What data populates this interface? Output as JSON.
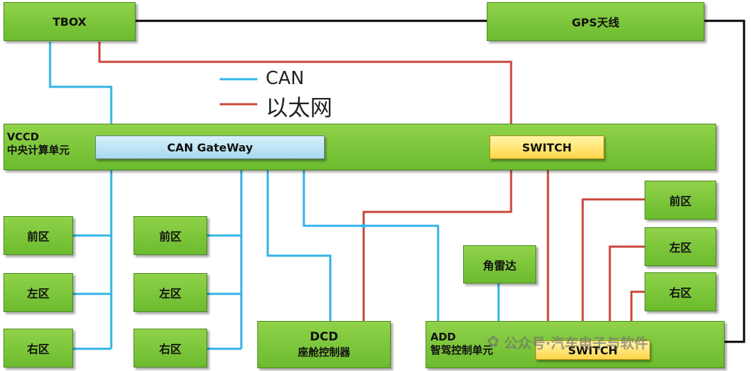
{
  "legend": {
    "can_label": "CAN",
    "ethernet_label": "以太网"
  },
  "colors": {
    "can": "#2eb3e6",
    "ethernet": "#c9443a",
    "gps_link": "#000000"
  },
  "nodes": {
    "tbox": "TBOX",
    "gps": "GPS天线",
    "vccd_line1": "VCCD",
    "vccd_line2": "中央计算单元",
    "can_gateway": "CAN GateWay",
    "vccd_switch": "SWITCH",
    "left_front": "前区",
    "left_left": "左区",
    "left_right": "右区",
    "mid_front": "前区",
    "mid_left": "左区",
    "mid_right": "右区",
    "dcd_line1": "DCD",
    "dcd_line2": "座舱控制器",
    "radar": "角雷达",
    "add_line1": "ADD",
    "add_line2": "智驾控制单元",
    "add_switch": "SWITCH",
    "right_front": "前区",
    "right_left": "左区",
    "right_right": "右区"
  },
  "watermark": "公众号·汽车电子与软件"
}
